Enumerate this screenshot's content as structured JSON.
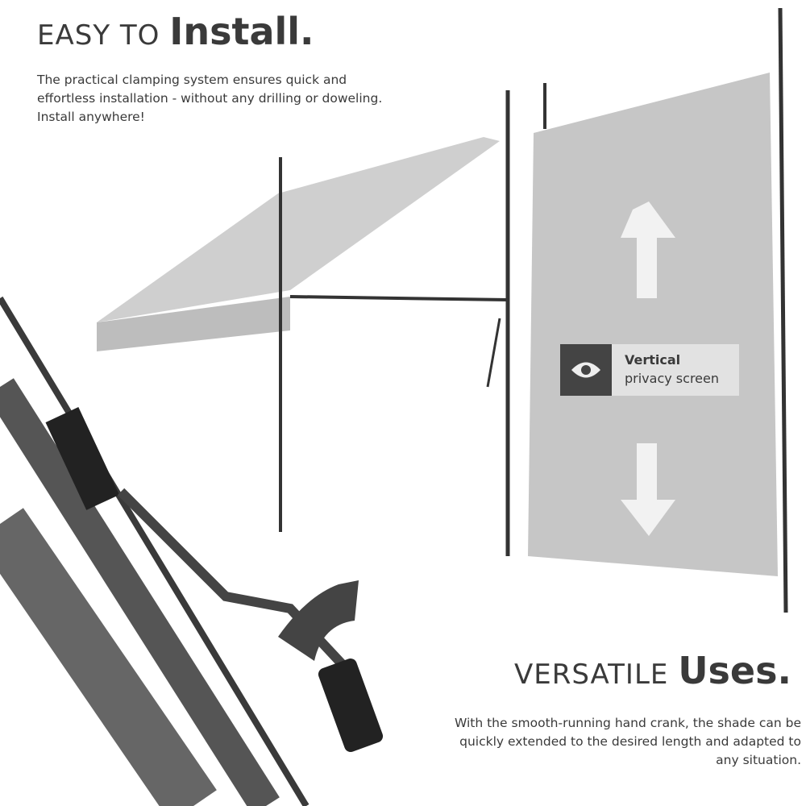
{
  "install": {
    "title_light": "EASY TO ",
    "title_bold": "Install.",
    "body": "The practical clamping system ensures quick and effortless installation - without any drilling or doweling. Install anywhere!"
  },
  "badge": {
    "icon": "eye-icon",
    "line1": "Vertical",
    "line2": "privacy screen"
  },
  "uses": {
    "title_light": "VERSATILE ",
    "title_bold": "Uses.",
    "body": "With the smooth-running hand crank, the shade can be quickly extended to the desired length and adapted to any situation."
  }
}
